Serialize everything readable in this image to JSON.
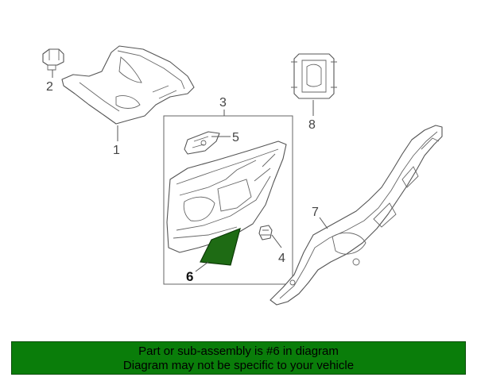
{
  "colors": {
    "highlight": "#1e6b14",
    "banner_bg": "#0a7d0a",
    "line": "#555555"
  },
  "callouts": {
    "c1": "1",
    "c2": "2",
    "c3": "3",
    "c4": "4",
    "c5": "5",
    "c6": "6",
    "c7": "7",
    "c8": "8"
  },
  "banner": {
    "line1": "Part or sub-assembly is #6 in diagram",
    "line2": "Diagram may not be specific to your vehicle"
  }
}
